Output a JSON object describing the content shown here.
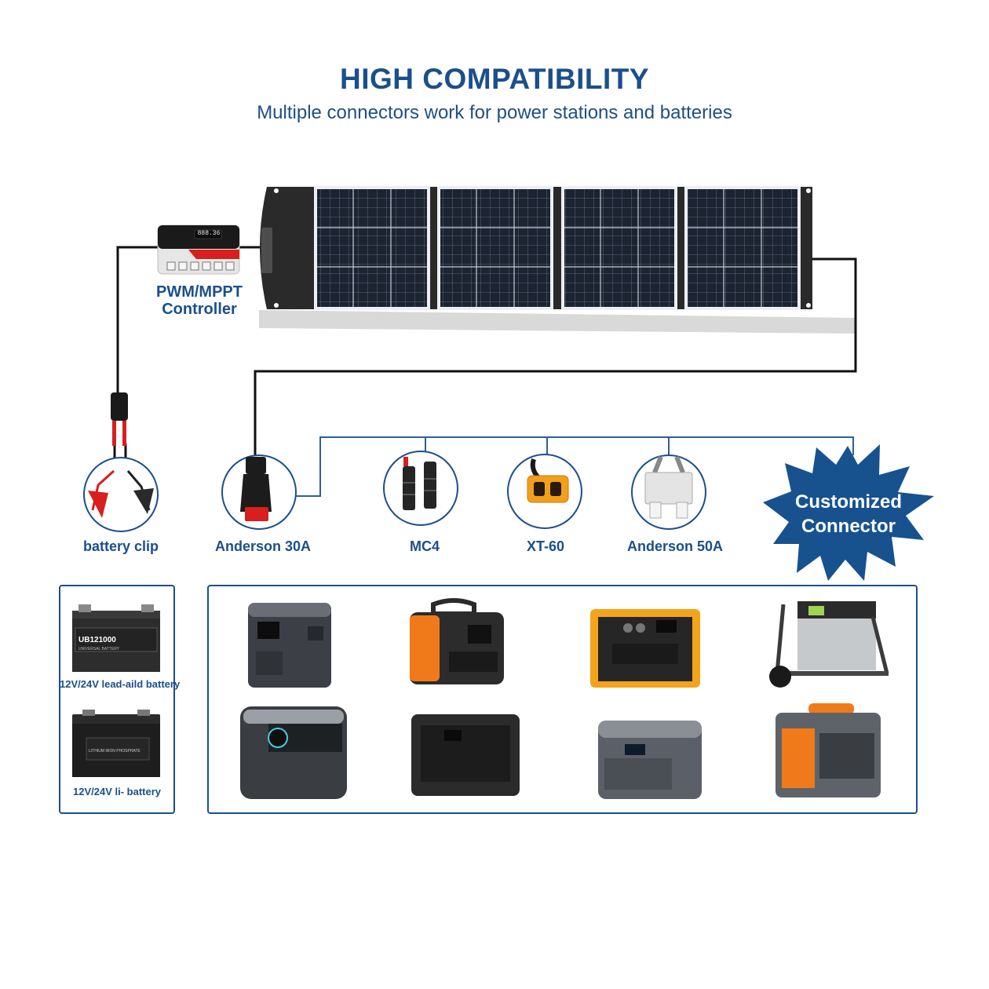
{
  "header": {
    "title": "HIGH COMPATIBILITY",
    "subtitle": "Multiple connectors work for power stations and batteries"
  },
  "controller": {
    "label_line1": "PWM/MPPT",
    "label_line2": "Controller",
    "display_text": "888.36"
  },
  "connectors": [
    {
      "label": "battery clip",
      "icon": "battery-clip-icon"
    },
    {
      "label": "Anderson 30A",
      "icon": "anderson-30a-plug-icon"
    },
    {
      "label": "MC4",
      "icon": "mc4-connector-icon"
    },
    {
      "label": "XT-60",
      "icon": "xt60-connector-icon"
    },
    {
      "label": "Anderson 50A",
      "icon": "anderson-50a-plug-icon"
    }
  ],
  "custom_badge": {
    "line1": "Customized",
    "line2": "Connector"
  },
  "batteries": [
    {
      "caption": "12V/24V lead-aild battery",
      "model": "UB121000",
      "sublabel": "UNIVERSAL BATTERY"
    },
    {
      "caption": "12V/24V li- battery",
      "sublabel": "LITHIUM IRON PHOSPHATE"
    }
  ],
  "colors": {
    "brand_blue": "#1b4f8c",
    "line_blue": "#2d5f9a",
    "cable_black": "#111111",
    "badge_blue": "#17528f",
    "orange_accent": "#f07a1a"
  }
}
